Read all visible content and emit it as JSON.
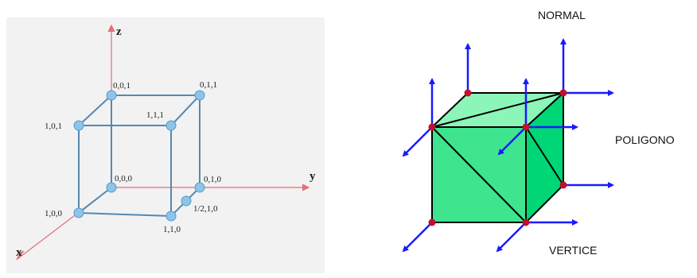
{
  "coordinate_cube": {
    "axes": {
      "x": "x",
      "y": "y",
      "z": "z"
    },
    "vertex_labels": {
      "v000": "0,0,0",
      "v001": "0,0,1",
      "v011": "0,1,1",
      "v101": "1,0,1",
      "v111": "1,1,1",
      "v010": "0,1,0",
      "v100": "1,0,0",
      "v110": "1,1,0",
      "vhalf": "1/2,1,0"
    },
    "colors": {
      "axis": "#e0707a",
      "edge": "#5588b0",
      "vertex": "#8cc4ea",
      "panel_bg": "#f2f2f2"
    }
  },
  "polygon_cube": {
    "labels": {
      "normal": "NORMAL",
      "polygon": "POLIGONO",
      "vertex": "VERTICE"
    },
    "colors": {
      "front_face": "#3ee48e",
      "top_face": "#8cf5b8",
      "side_face": "#00d676",
      "arrow": "#1a1aff",
      "vertex_dot": "#c0102a",
      "edge": "#000000"
    }
  }
}
